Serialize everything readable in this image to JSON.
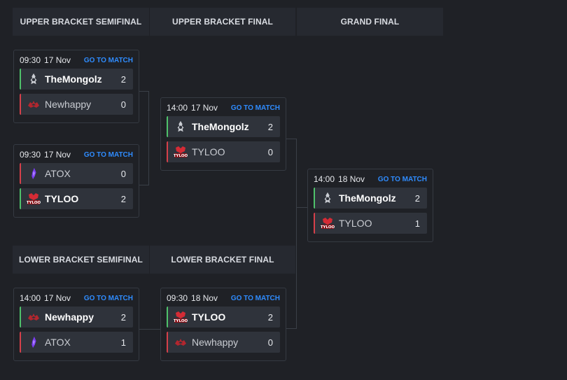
{
  "headers": {
    "upper_semifinal": "UPPER BRACKET SEMIFINAL",
    "upper_final": "UPPER BRACKET FINAL",
    "grand_final": "GRAND FINAL",
    "lower_semifinal": "LOWER BRACKET SEMIFINAL",
    "lower_final": "LOWER BRACKET FINAL"
  },
  "link_label": "GO TO MATCH",
  "colors": {
    "win": "#4fc26b",
    "lose": "#d6404a",
    "link": "#2f8cff"
  },
  "matches": {
    "ubs1": {
      "time": "09:30",
      "date": "17 Nov",
      "teams": [
        {
          "name": "TheMongolz",
          "score": "2",
          "logo": "mongolz-icon"
        },
        {
          "name": "Newhappy",
          "score": "0",
          "logo": "newhappy-icon"
        }
      ]
    },
    "ubs2": {
      "time": "09:30",
      "date": "17 Nov",
      "teams": [
        {
          "name": "ATOX",
          "score": "0",
          "logo": "atox-icon"
        },
        {
          "name": "TYLOO",
          "score": "2",
          "logo": "tyloo-icon"
        }
      ]
    },
    "ubf": {
      "time": "14:00",
      "date": "17 Nov",
      "teams": [
        {
          "name": "TheMongolz",
          "score": "2",
          "logo": "mongolz-icon"
        },
        {
          "name": "TYLOO",
          "score": "0",
          "logo": "tyloo-icon"
        }
      ]
    },
    "gf": {
      "time": "14:00",
      "date": "18 Nov",
      "teams": [
        {
          "name": "TheMongolz",
          "score": "2",
          "logo": "mongolz-icon"
        },
        {
          "name": "TYLOO",
          "score": "1",
          "logo": "tyloo-icon"
        }
      ]
    },
    "lbs": {
      "time": "14:00",
      "date": "17 Nov",
      "teams": [
        {
          "name": "Newhappy",
          "score": "2",
          "logo": "newhappy-icon"
        },
        {
          "name": "ATOX",
          "score": "1",
          "logo": "atox-icon"
        }
      ]
    },
    "lbf": {
      "time": "09:30",
      "date": "18 Nov",
      "teams": [
        {
          "name": "TYLOO",
          "score": "2",
          "logo": "tyloo-icon"
        },
        {
          "name": "Newhappy",
          "score": "0",
          "logo": "newhappy-icon"
        }
      ]
    }
  }
}
